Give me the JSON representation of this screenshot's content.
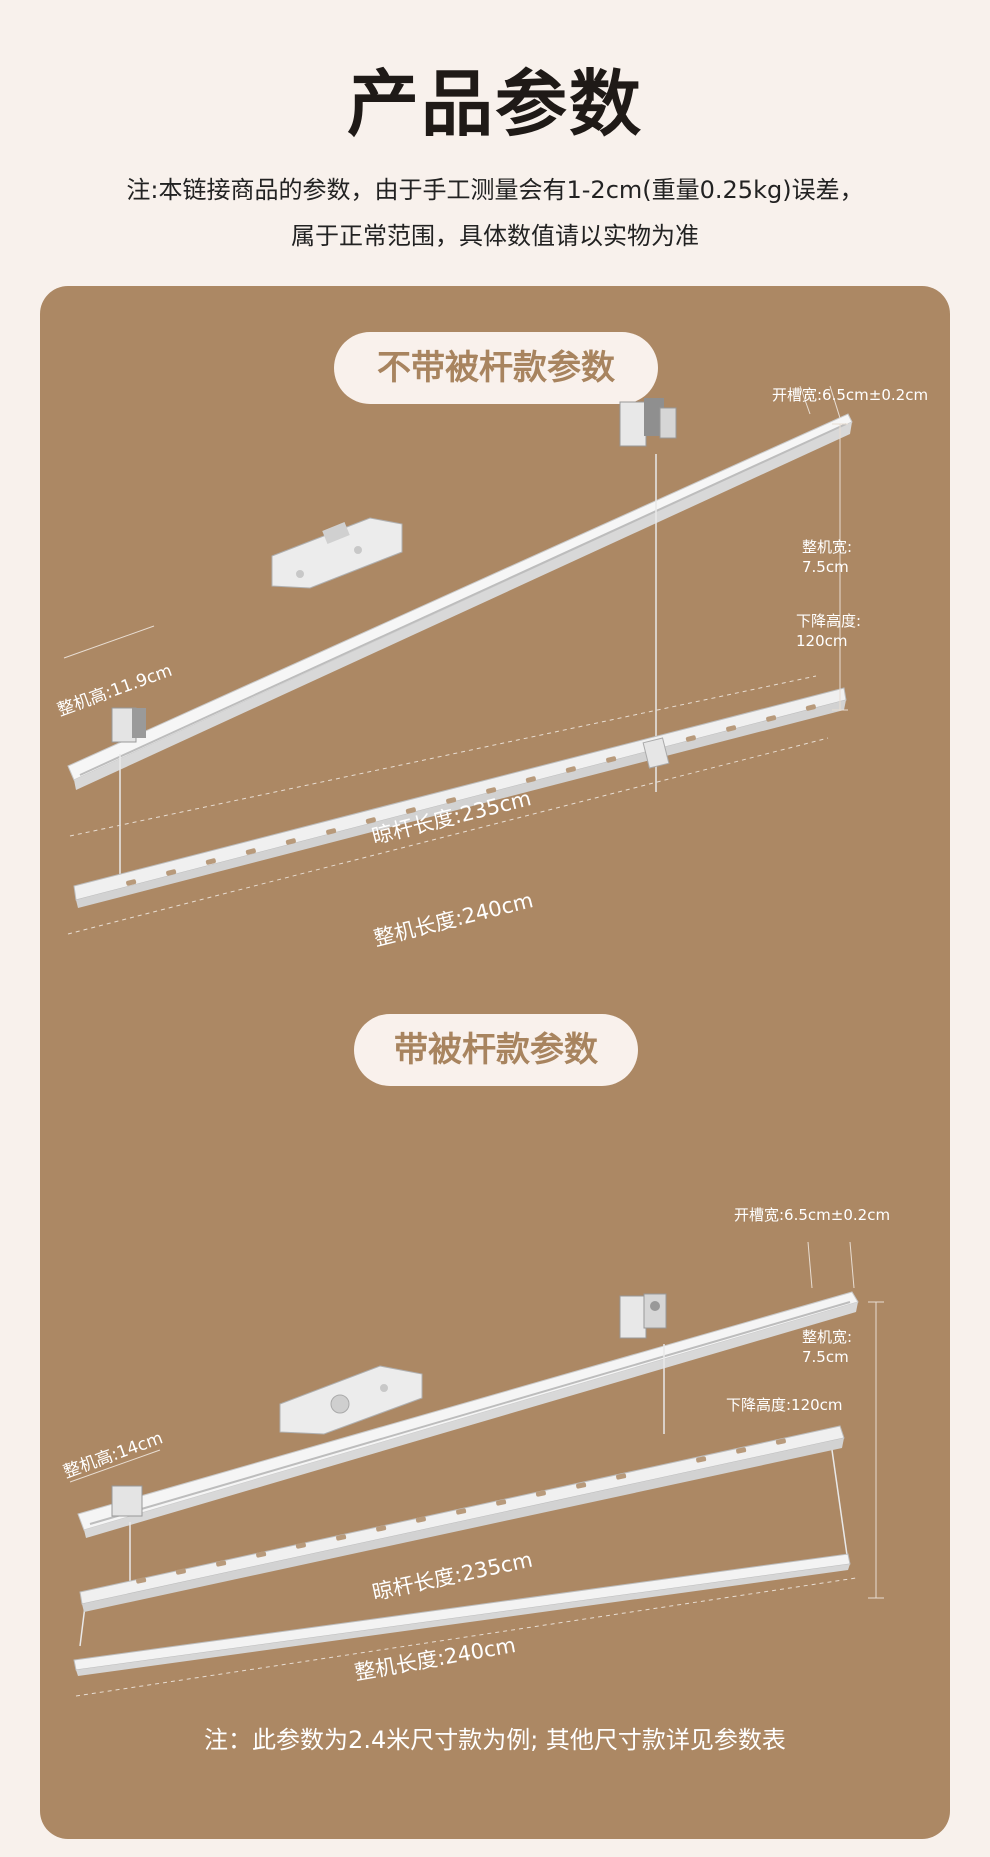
{
  "header": {
    "title": "产品参数",
    "note_line1": "注:本链接商品的参数，由于手工测量会有1-2cm(重量0.25kg)误差，",
    "note_line2": "属于正常范围，具体数值请以实物为准"
  },
  "section1": {
    "title": "不带被杆款参数",
    "slot_width": "开槽宽:6.5cm±0.2cm",
    "machine_width_label": "整机宽:",
    "machine_width_value": "7.5cm",
    "drop_height_label": "下降高度:",
    "drop_height_value": "120cm",
    "machine_height": "整机高:11.9cm",
    "rod_length": "晾杆长度:235cm",
    "machine_length": "整机长度:240cm"
  },
  "section2": {
    "title": "带被杆款参数",
    "slot_width": "开槽宽:6.5cm±0.2cm",
    "machine_width_label": "整机宽:",
    "machine_width_value": "7.5cm",
    "drop_height": "下降高度:120cm",
    "machine_height": "整机高:14cm",
    "rod_length": "晾杆长度:235cm",
    "machine_length": "整机长度:240cm"
  },
  "footer": {
    "note": "注：此参数为2.4米尺寸款为例; 其他尺寸款详见参数表"
  },
  "colors": {
    "page_background": "#f8f1ec",
    "panel_background": "#ac8864",
    "pill_background": "#f9f1ec",
    "pill_text": "#a8845f",
    "device_white": "#f4f4f4"
  }
}
